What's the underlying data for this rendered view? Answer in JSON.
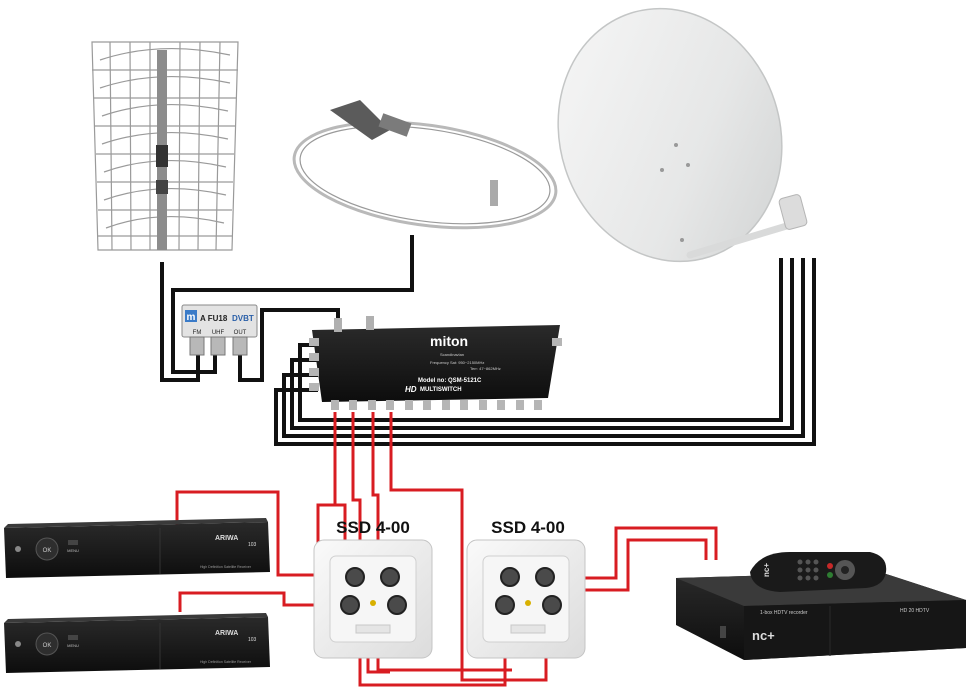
{
  "devices": {
    "combiner": {
      "brand_mark": "m",
      "model": "A  FU18",
      "standard": "DVBT",
      "port_fm": "FM",
      "port_uhf": "UHF",
      "port_out": "OUT"
    },
    "multiswitch": {
      "brand": "miton",
      "brand_sub": "Scandinavian",
      "spec_line1": "Frequency Sat: 950~2150MHz",
      "spec_line2": "Terr: 47~862MHz",
      "model": "Model no: QSM-5121C",
      "hd_label": "HD",
      "type_label": "MULTISWITCH"
    },
    "outlet_left": {
      "label": "SSD 4-00"
    },
    "outlet_right": {
      "label": "SSD 4-00"
    },
    "receiver_top": {
      "brand": "ARIWA",
      "model": "103",
      "menu_label": "MENU",
      "ok_label": "OK",
      "caption": "High Definition Satellite Receiver"
    },
    "receiver_bottom": {
      "brand": "ARIWA",
      "model": "103",
      "menu_label": "MENU",
      "ok_label": "OK",
      "caption": "High Definition Satellite Receiver"
    },
    "decoder_nc": {
      "logo": "nc+",
      "label": "1-box HDTV recorder",
      "front_text": "HD 20 HDTV",
      "remote_logo": "nc+"
    }
  },
  "colors": {
    "cable_black": "#111111",
    "cable_red": "#d81c22",
    "dish": "#e9eaea",
    "device_dark": "#1b1b1b",
    "outlet_plate": "#f1f1f1"
  }
}
